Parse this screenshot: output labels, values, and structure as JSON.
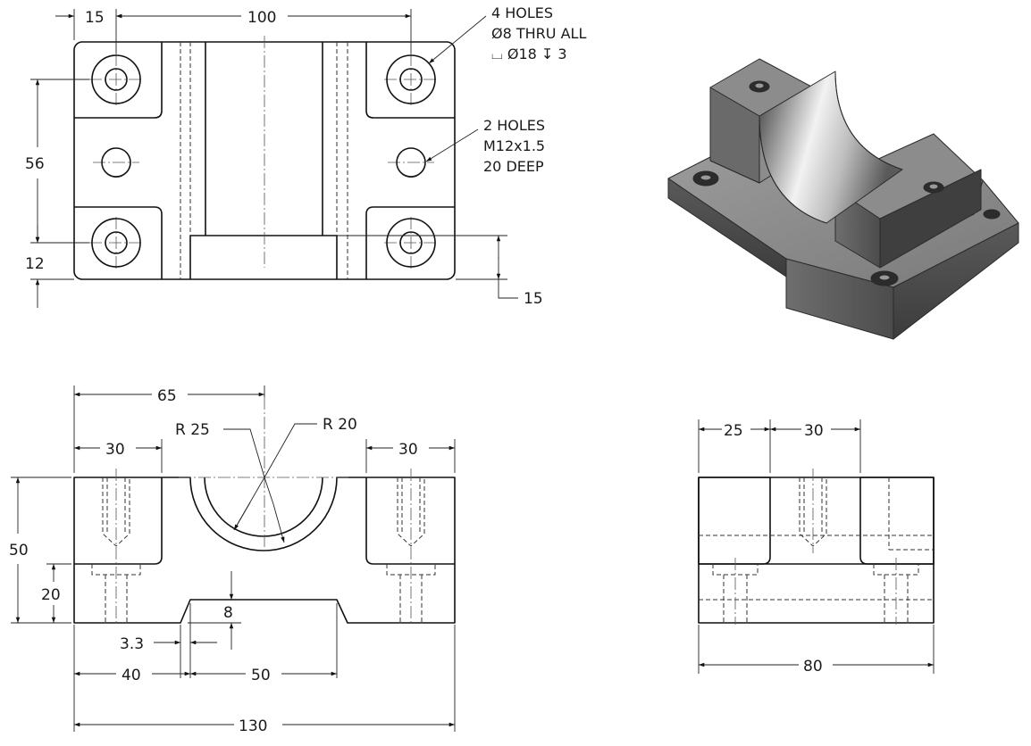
{
  "notes": {
    "mounting_holes": [
      "4 HOLES",
      "Ø8 THRU ALL",
      "⌴ Ø18 ↧ 3"
    ],
    "threaded_holes": [
      "2 HOLES",
      "M12x1.5",
      "20 DEEP"
    ]
  },
  "top_view_dims": {
    "d15_left": "15",
    "d100": "100",
    "d56": "56",
    "d12": "12",
    "d15_right": "15"
  },
  "front_view_dims": {
    "d65": "65",
    "r25": "R 25",
    "r20": "R 20",
    "d30_left": "30",
    "d30_right": "30",
    "d50_height": "50",
    "d20": "20",
    "d8": "8",
    "d3_3": "3.3",
    "d40": "40",
    "d50_width": "50",
    "d130": "130"
  },
  "side_view_dims": {
    "d25": "25",
    "d30": "30",
    "d80": "80"
  },
  "colors": {
    "line": "#111111",
    "background": "#ffffff",
    "shade_dark": "#4a4a4a",
    "shade_light": "#d8d8d8"
  }
}
